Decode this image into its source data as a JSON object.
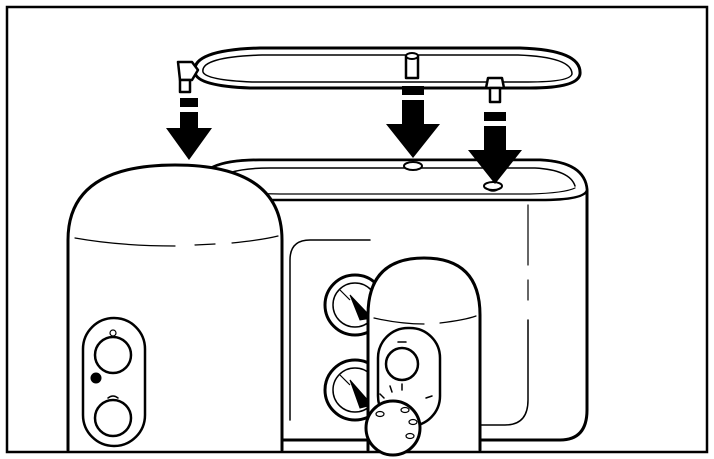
{
  "figure": {
    "kind": "line-art-assembly-illustration",
    "stroke_color": "#000000",
    "background_color": "#ffffff",
    "arrow_count": 3,
    "parts": {
      "rail": "handle-rail",
      "base": "base-unit",
      "left_unit": "left-speaker",
      "right_unit": "right-speaker"
    }
  }
}
